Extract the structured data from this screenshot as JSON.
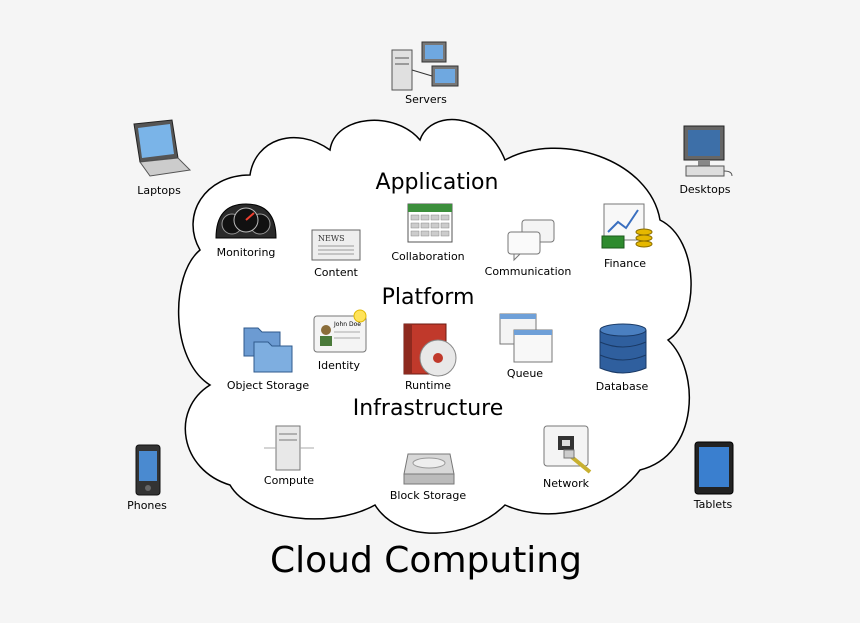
{
  "title": "Cloud Computing",
  "sections": {
    "application": "Application",
    "platform": "Platform",
    "infrastructure": "Infrastructure"
  },
  "devices": {
    "servers": "Servers",
    "laptops": "Laptops",
    "desktops": "Desktops",
    "phones": "Phones",
    "tablets": "Tablets"
  },
  "application": {
    "monitoring": "Monitoring",
    "content": "Content",
    "collaboration": "Collaboration",
    "communication": "Communication",
    "finance": "Finance"
  },
  "platform": {
    "identity": "Identity",
    "identity_card_name": "John Doe",
    "object_storage": "Object Storage",
    "runtime": "Runtime",
    "queue": "Queue",
    "database": "Database"
  },
  "infrastructure": {
    "compute": "Compute",
    "block_storage": "Block Storage",
    "network": "Network"
  },
  "content_icon_text": "NEWS"
}
